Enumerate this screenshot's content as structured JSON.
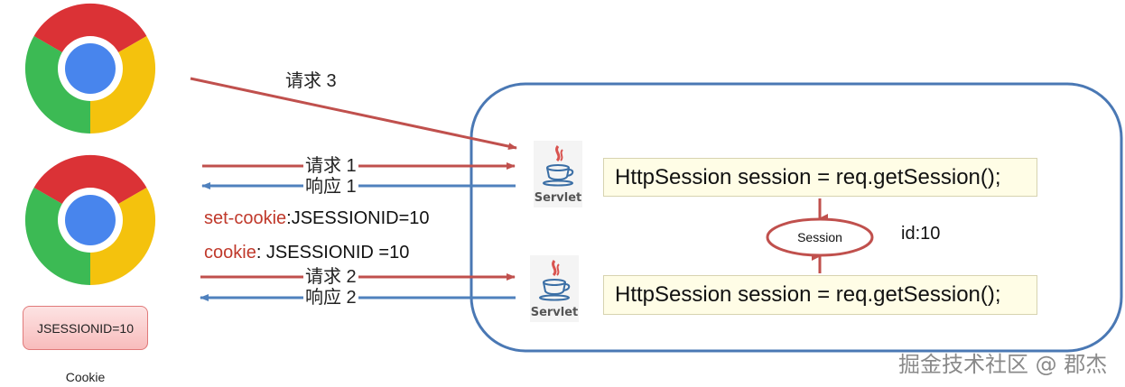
{
  "arrows": {
    "request3": "请求 3",
    "request1": "请求 1",
    "response1": "响应 1",
    "request2": "请求 2",
    "response2": "响应 2"
  },
  "headers": {
    "set_cookie_key": "set-cookie",
    "set_cookie_value": ":JSESSIONID=10",
    "cookie_key": "cookie",
    "cookie_value": ": JSESSIONID =10"
  },
  "server": {
    "servlet_label": "Servlet",
    "code_line": "HttpSession session = req.getSession();",
    "session_label": "Session",
    "session_id": "id:10"
  },
  "client": {
    "cookie_chip": "JSESSIONID=10",
    "cookie_caption": "Cookie"
  },
  "watermark": "掘金技术社区 @ 郡杰",
  "colors": {
    "request_arrow": "#c0504d",
    "response_arrow": "#4f81bd",
    "server_border": "#4a78b4",
    "header_key": "#c0392b"
  }
}
